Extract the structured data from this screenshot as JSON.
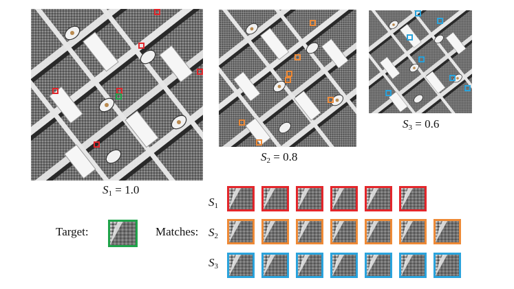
{
  "figure": {
    "scales": [
      {
        "symbol": "S",
        "sub": "1",
        "value": "= 1.0"
      },
      {
        "symbol": "S",
        "sub": "2",
        "value": "= 0.8"
      },
      {
        "symbol": "S",
        "sub": "3",
        "value": "= 0.6"
      }
    ],
    "target_label": "Target:",
    "matches_label": "Matches:",
    "row_labels": [
      {
        "symbol": "S",
        "sub": "1"
      },
      {
        "symbol": "S",
        "sub": "2"
      },
      {
        "symbol": "S",
        "sub": "3"
      }
    ],
    "colors": {
      "target": "#1fa34a",
      "s1": "#e3262b",
      "s2": "#ee8a37",
      "s3": "#2aa3dc"
    },
    "match_counts": {
      "s1": 6,
      "s2": 7,
      "s3": 7
    }
  }
}
